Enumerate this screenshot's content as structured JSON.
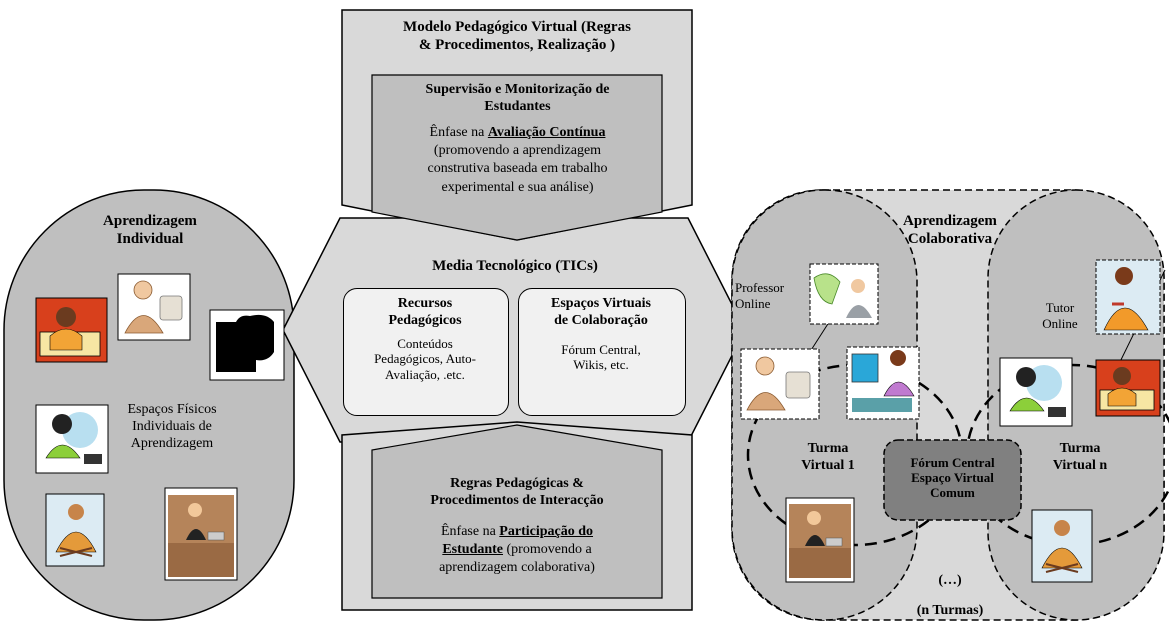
{
  "top": {
    "title_line1": "Modelo Pedagógico Virtual (Regras",
    "title_line2": "& Procedimentos, Realização )",
    "inner_title_line1": "Supervisão e Monitorização de",
    "inner_title_line2": "Estudantes",
    "line1_prefix": "Ênfase na ",
    "line1_emph": "Avaliação Contínua",
    "line2": "(promovendo a aprendizagem",
    "line3": "construtiva baseada em trabalho",
    "line4": "experimental e sua análise)"
  },
  "center": {
    "title": "Media Tecnológico (TICs)",
    "box_left": {
      "title_line1": "Recursos",
      "title_line2": "Pedagógicos",
      "line1": "Conteúdos",
      "line2": "Pedagógicos, Auto-",
      "line3": "Avaliação, .etc."
    },
    "box_right": {
      "title_line1": "Espaços Virtuais",
      "title_line2": "de Colaboração",
      "line1": "Fórum Central,",
      "line2": "Wikis, etc."
    }
  },
  "bottom": {
    "title_line1": "Regras Pedagógicas &",
    "title_line2": "Procedimentos de Interacção",
    "line1_prefix": "Ênfase na ",
    "line1_emph": "Participação do",
    "line2_emph": "Estudante",
    "line2_suffix": " (promovendo a",
    "line3": "aprendizagem colaborativa)"
  },
  "left": {
    "title_line1": "Aprendizagem",
    "title_line2": "Individual",
    "caption_line1": "Espaços Físicos",
    "caption_line2": "Individuais de",
    "caption_line3": "Aprendizagem"
  },
  "right": {
    "title_line1": "Aprendizagem",
    "title_line2": "Colaborativa",
    "professor_line1": "Professor",
    "professor_line2": "Online",
    "tutor_line1": "Tutor",
    "tutor_line2": "Online",
    "turma1_line1": "Turma",
    "turma1_line2": "Virtual 1",
    "turman_line1": "Turma",
    "turman_line2": "Virtual n",
    "forum_line1": "Fórum Central",
    "forum_line2": "Espaço Virtual",
    "forum_line3": "Comum",
    "ellipsis": "(…)",
    "n_turmas": "(n Turmas)"
  },
  "colors": {
    "panel_gray": "#bfbfbf",
    "light_gray": "#d9d9d9",
    "box_fill": "#f1f1f1",
    "forum_fill": "#808080",
    "outline": "#000000"
  },
  "icons": [
    "girl-writing-icon",
    "man-at-computer-icon",
    "silhouette-icon",
    "woman-headset-icon",
    "monk-reading-icon",
    "woman-sofa-laptop-icon",
    "teacher-presenting-icon",
    "woman-at-computer-icon",
    "woman-thinking-icon"
  ]
}
